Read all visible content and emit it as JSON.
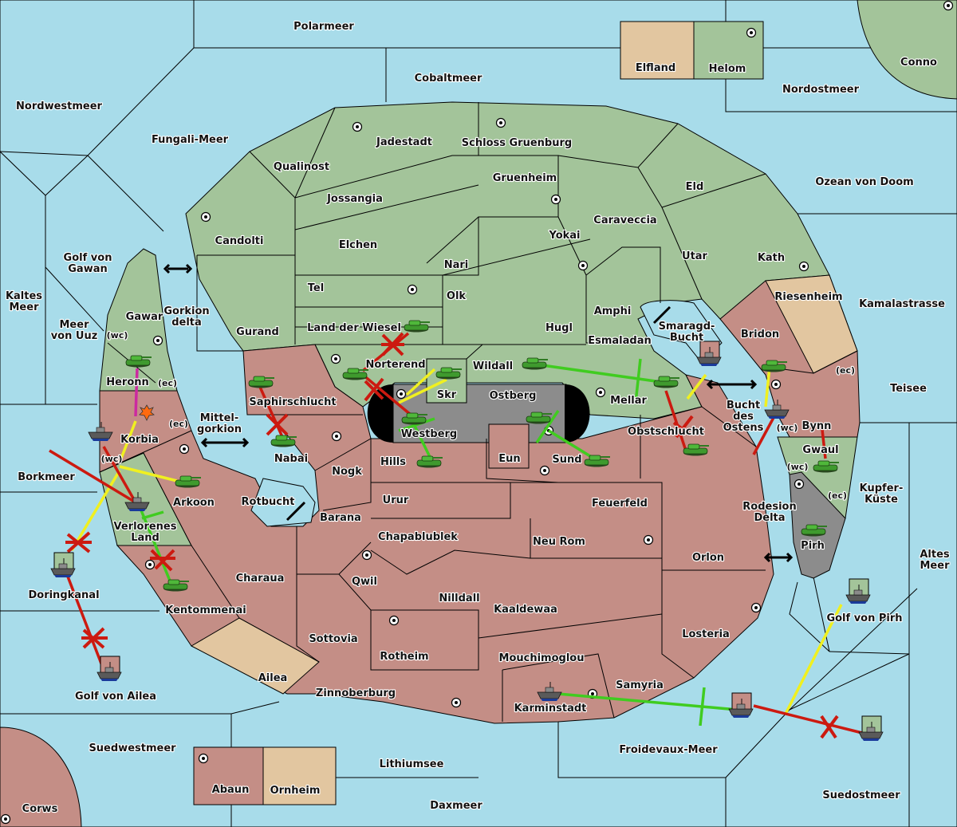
{
  "title": "Diplomacy map — order resolution",
  "colors": {
    "sea": "#a8dcea",
    "power_green": "#a3c49a",
    "power_red": "#c48e86",
    "neutral_tan": "#e2c6a0",
    "impassable_gray": "#8c8c8c",
    "order_move_failed": "#cc1a10",
    "order_support": "#f0f020",
    "order_convoy_hold": "#40cc20",
    "order_retreat": "#cc2aa0"
  },
  "seas": {
    "polarmeer": "Polarmeer",
    "cobaltmeer": "Cobaltmeer",
    "nordwestmeer": "Nordwestmeer",
    "fungali": "Fungali-Meer",
    "nordostmeer": "Nordostmeer",
    "ozean_doom": "Ozean von Doom",
    "golf_gawan_1": "Golf von",
    "golf_gawan_2": "Gawan",
    "kaltes_1": "Kaltes",
    "kaltes_2": "Meer",
    "uuz_1": "Meer",
    "uuz_2": "von Uuz",
    "gorkion_1": "Gorkion",
    "gorkion_2": "delta",
    "mittel_1": "Mittel-",
    "mittel_2": "gorkion",
    "borkmeer": "Borkmeer",
    "rotbucht": "Rotbucht",
    "smaragd_1": "Smaragd-",
    "smaragd_2": "Bucht",
    "bucht_1": "Bucht",
    "bucht_2": "des",
    "bucht_3": "Ostens",
    "kamalastrasse": "Kamalastrasse",
    "teisee": "Teisee",
    "kupfer_1": "Kupfer-",
    "kupfer_2": "Küste",
    "rodesion_1": "Rodesion",
    "rodesion_2": "Delta",
    "altes_1": "Altes",
    "altes_2": "Meer",
    "golf_pirh": "Golf von Pirh",
    "doringkanal": "Doringkanal",
    "golf_ailea": "Golf von Ailea",
    "suedwestmeer": "Suedwestmeer",
    "lithiumsee": "Lithiumsee",
    "daxmeer": "Daxmeer",
    "froidevaux": "Froidevaux-Meer",
    "suedostmeer": "Suedostmeer"
  },
  "lands": {
    "elfland": "Elfland",
    "helom": "Helom",
    "conno": "Conno",
    "jadestadt": "Jadestadt",
    "schloss": "Schloss Gruenburg",
    "qualinost": "Qualinost",
    "gruenheim": "Gruenheim",
    "eld": "Eld",
    "jossangia": "Jossangia",
    "caraveccia": "Caraveccia",
    "candolti": "Candolti",
    "elchen": "Elchen",
    "yokai": "Yokai",
    "nari": "Nari",
    "utar": "Utar",
    "kath": "Kath",
    "tel": "Tel",
    "olk": "Olk",
    "riesenheim": "Riesenheim",
    "amphi": "Amphi",
    "gawar": "Gawar",
    "gurand": "Gurand",
    "land_wiesel": "Land der Wiesel",
    "hugl": "Hugl",
    "bridon": "Bridon",
    "esmaladan": "Esmaladan",
    "norterend": "Norterend",
    "wildall": "Wildall",
    "heronn": "Heronn",
    "skr": "Skr",
    "ostberg": "Ostberg",
    "mellar": "Mellar",
    "saphir": "Saphirschlucht",
    "westberg": "Westberg",
    "obstschlucht": "Obstschlucht",
    "bynn": "Bynn",
    "korbia": "Korbia",
    "nabai": "Nabai",
    "hills": "Hills",
    "eun": "Eun",
    "sund": "Sund",
    "gwaul": "Gwaul",
    "nogk": "Nogk",
    "arkoon": "Arkoon",
    "urur": "Urur",
    "feuerfeld": "Feuerfeld",
    "verlorenes_1": "Verlorenes",
    "verlorenes_2": "Land",
    "barana": "Barana",
    "chapablublek": "Chapablublek",
    "neu_rom": "Neu Rom",
    "pirh": "Pirh",
    "orlon": "Orlon",
    "charaua": "Charaua",
    "qwil": "Qwil",
    "nilldall": "Nilldall",
    "kentommenai": "Kentommenai",
    "kaaldewaa": "Kaaldewaa",
    "losteria": "Losteria",
    "sottovia": "Sottovia",
    "rotheim": "Rotheim",
    "mouchimoglou": "Mouchimoglou",
    "ailea": "Ailea",
    "samyria": "Samyria",
    "zinnoberburg": "Zinnoberburg",
    "karminstadt": "Karminstadt",
    "abaun": "Abaun",
    "ornheim": "Ornheim",
    "corws": "Corws"
  },
  "coasts": {
    "wc": "(wc)",
    "ec": "(ec)"
  },
  "units": [
    {
      "type": "army",
      "power": "green",
      "location": "Land der Wiesel"
    },
    {
      "type": "army",
      "power": "green",
      "location": "Norterend"
    },
    {
      "type": "army",
      "power": "green",
      "location": "Skr"
    },
    {
      "type": "army",
      "power": "green",
      "location": "Westberg"
    },
    {
      "type": "army",
      "power": "green",
      "location": "Hills"
    },
    {
      "type": "army",
      "power": "green",
      "location": "Saphirschlucht"
    },
    {
      "type": "army",
      "power": "green",
      "location": "Nabai"
    },
    {
      "type": "army",
      "power": "green",
      "location": "Wildall"
    },
    {
      "type": "army",
      "power": "green",
      "location": "Mellar"
    },
    {
      "type": "army",
      "power": "green",
      "location": "Ostberg"
    },
    {
      "type": "army",
      "power": "green",
      "location": "Sund"
    },
    {
      "type": "army",
      "power": "green",
      "location": "Obstschlucht"
    },
    {
      "type": "army",
      "power": "green",
      "location": "Bridon"
    },
    {
      "type": "army",
      "power": "green",
      "location": "Gwaul"
    },
    {
      "type": "army",
      "power": "green",
      "location": "Pirh"
    },
    {
      "type": "army",
      "power": "green",
      "location": "Heronn"
    },
    {
      "type": "army",
      "power": "green",
      "location": "Arkoon"
    },
    {
      "type": "army",
      "power": "green",
      "location": "Kentommenai"
    },
    {
      "type": "fleet",
      "power": "green",
      "location": "Korbia"
    },
    {
      "type": "fleet",
      "power": "green",
      "location": "Verlorenes Land"
    },
    {
      "type": "fleet",
      "power": "green",
      "location": "Doringkanal"
    },
    {
      "type": "fleet",
      "power": "red",
      "location": "Golf von Ailea"
    },
    {
      "type": "fleet",
      "power": "red",
      "location": "Smaragd-Bucht"
    },
    {
      "type": "fleet",
      "power": "green",
      "location": "Bucht des Ostens"
    },
    {
      "type": "fleet",
      "power": "green",
      "location": "Golf von Pirh"
    },
    {
      "type": "fleet",
      "power": "red",
      "location": "Froidevaux-Meer"
    },
    {
      "type": "fleet",
      "power": "green",
      "location": "Suedostmeer"
    },
    {
      "type": "fleet",
      "power": "green",
      "location": "Karminstadt"
    }
  ],
  "icons": {
    "supply_center": "supply-center-icon",
    "army": "tank-icon",
    "fleet": "ship-icon",
    "canal": "double-arrow-icon",
    "dislodged": "explosion-icon",
    "failed": "cross-mark-icon"
  }
}
